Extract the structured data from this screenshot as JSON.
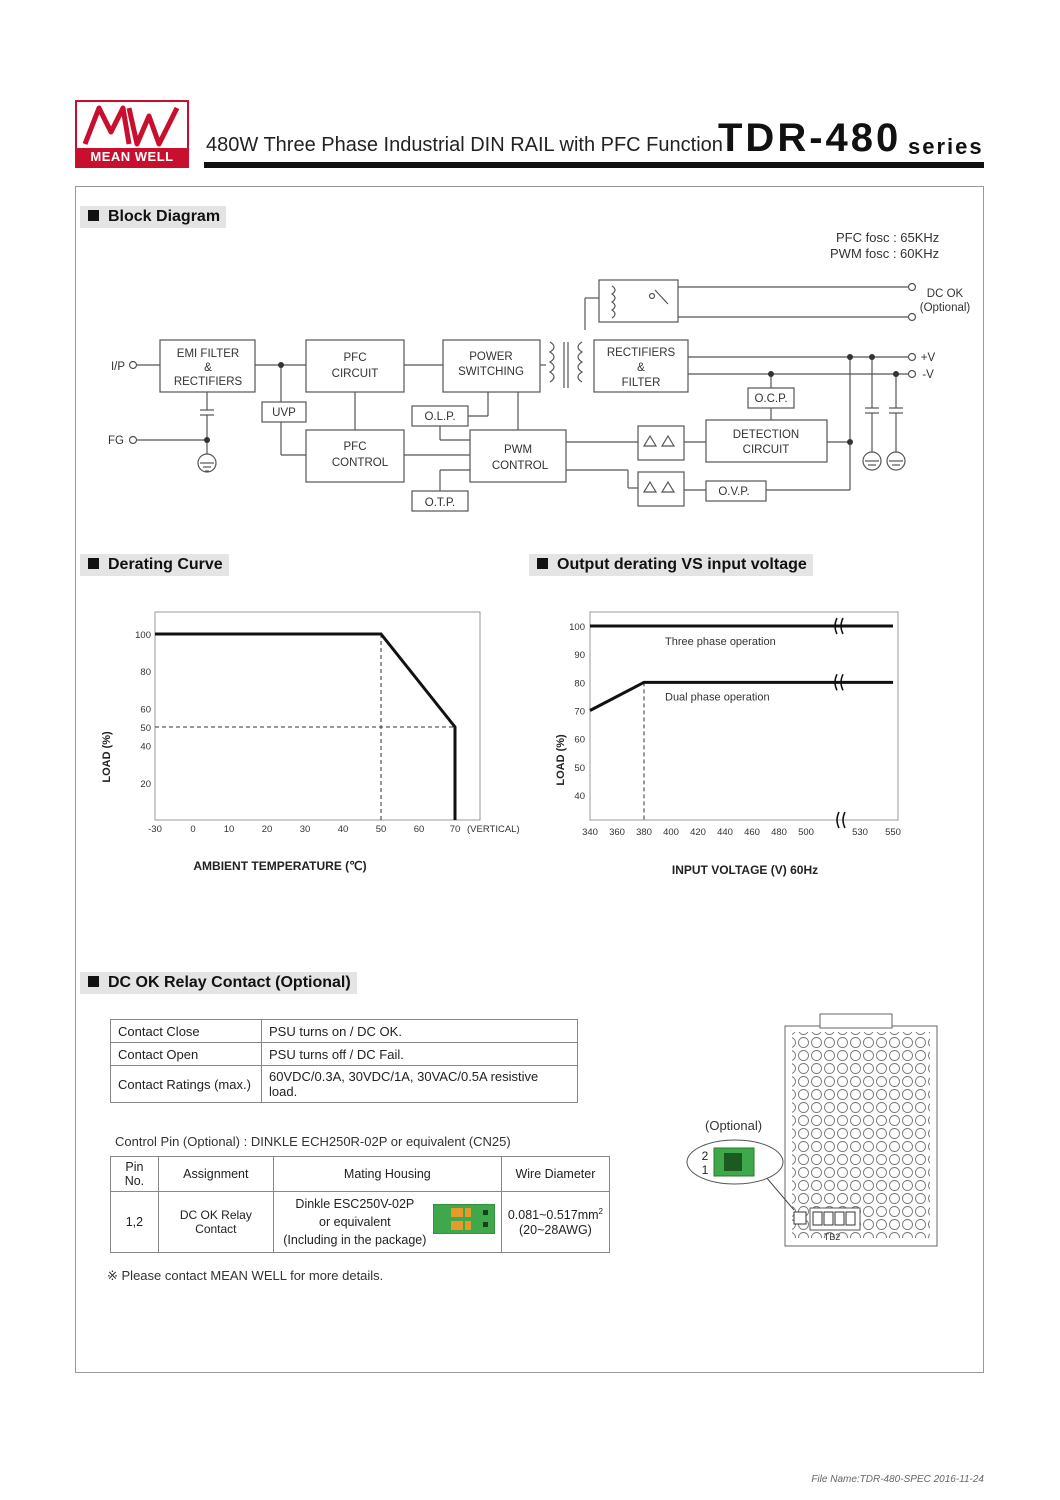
{
  "header": {
    "logo_text": "MEAN WELL",
    "subtitle": "480W  Three Phase Industrial DIN RAIL with PFC Function",
    "model": "TDR-480",
    "series": "series"
  },
  "block_diagram": {
    "title": "Block Diagram",
    "freq": [
      "PFC fosc : 65KHz",
      "PWM fosc : 60KHz"
    ],
    "labels": {
      "ip": "I/P",
      "fg": "FG",
      "emi": [
        "EMI FILTER",
        "&",
        "RECTIFIERS"
      ],
      "pfc_circuit": [
        "PFC",
        "CIRCUIT"
      ],
      "power_switching": [
        "POWER",
        "SWITCHING"
      ],
      "rectifiers": [
        "RECTIFIERS",
        "&",
        "FILTER"
      ],
      "uvp": "UVP",
      "olp": "O.L.P.",
      "pfc_control": [
        "PFC",
        "CONTROL"
      ],
      "pwm_control": [
        "PWM",
        "CONTROL"
      ],
      "otp": "O.T.P.",
      "ocp": "O.C.P.",
      "detection": [
        "DETECTION",
        "CIRCUIT"
      ],
      "ovp": "O.V.P.",
      "dcok": [
        "DC OK",
        "(Optional)"
      ],
      "vplus": "+V",
      "vminus": "-V"
    }
  },
  "derating": {
    "title": "Derating Curve",
    "chart_data": {
      "type": "line",
      "xlabel": "AMBIENT TEMPERATURE (℃)",
      "ylabel": "LOAD (%)",
      "x_ticks": [
        "-30",
        "0",
        "10",
        "20",
        "30",
        "40",
        "50",
        "60",
        "70"
      ],
      "x_tick_suffix": "(VERTICAL)",
      "y_ticks": [
        "100",
        "80",
        "60",
        "50",
        "40",
        "20"
      ],
      "xlim": [
        -30,
        70
      ],
      "ylim": [
        0,
        100
      ],
      "series": [
        {
          "x": [
            -30,
            50,
            70,
            70
          ],
          "y": [
            100,
            100,
            50,
            0
          ]
        }
      ],
      "reference_lines": {
        "vertical_x": 50,
        "horizontal_y": 50
      }
    }
  },
  "output_derating": {
    "title": "Output derating VS input voltage",
    "chart_data": {
      "type": "line",
      "xlabel": "INPUT VOLTAGE (V) 60Hz",
      "ylabel": "LOAD (%)",
      "x_ticks": [
        "340",
        "360",
        "380",
        "400",
        "420",
        "440",
        "460",
        "480",
        "500",
        "530",
        "550"
      ],
      "y_ticks": [
        "100",
        "90",
        "80",
        "70",
        "60",
        "50",
        "40"
      ],
      "ylim": [
        35,
        100
      ],
      "series": [
        {
          "name": "Three phase operation",
          "x": [
            340,
            550
          ],
          "y": [
            100,
            100
          ]
        },
        {
          "name": "Dual phase operation",
          "x": [
            340,
            380,
            550
          ],
          "y": [
            70,
            80,
            80
          ]
        }
      ],
      "reference_lines": {
        "vertical_x": 380
      }
    }
  },
  "dcok": {
    "title": "DC OK Relay Contact (Optional)",
    "rows": [
      {
        "key": "Contact Close",
        "value": "PSU turns on / DC OK."
      },
      {
        "key": "Contact Open",
        "value": "PSU turns off / DC Fail."
      },
      {
        "key": "Contact Ratings (max.)",
        "value": "60VDC/0.3A, 30VDC/1A, 30VAC/0.5A resistive load."
      }
    ],
    "control_pin": "Control Pin (Optional) : DINKLE  ECH250R-02P or equivalent (CN25)",
    "pin_headers": [
      "Pin No.",
      "Assignment",
      "Mating Housing",
      "Wire Diameter"
    ],
    "pin_row": {
      "pin": "1,2",
      "assignment": "DC OK Relay Contact",
      "housing": [
        "Dinkle ESC250V-02P",
        "or equivalent",
        "(Including in the package)"
      ],
      "wire": [
        "0.081~0.517mm",
        "2",
        "(20~28AWG)"
      ]
    },
    "optional_label": "(Optional)",
    "pin_labels": [
      "2",
      "1"
    ],
    "tb_label": "TB2",
    "contact_note": "※ Please contact MEAN WELL for more details."
  },
  "footer": "File Name:TDR-480-SPEC   2016-11-24"
}
